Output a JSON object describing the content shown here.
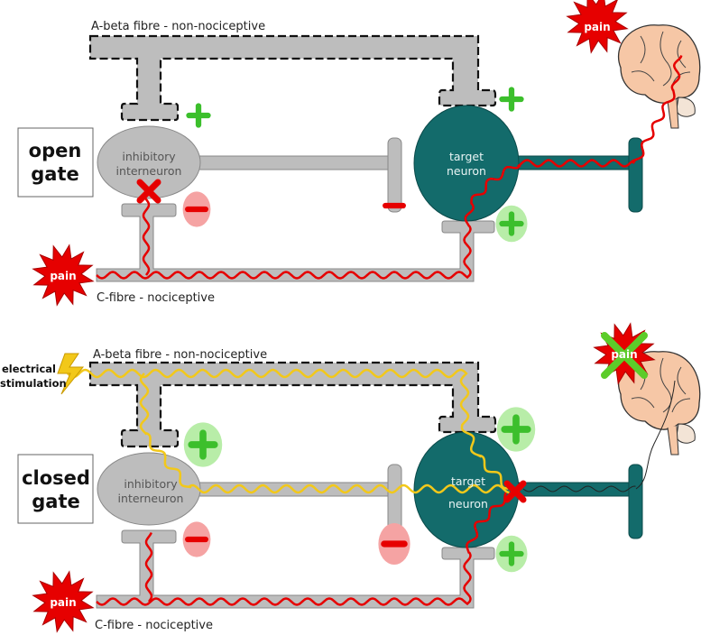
{
  "colors": {
    "fibre": "#bdbdbd",
    "target": "#136b6b",
    "pain": "#e60000",
    "excite": "#3cbf2c",
    "excite_bg": "#b8eda8",
    "inhibit_bg": "#f5a3a3",
    "stim": "#f2c81a",
    "brain": "#f6c7a6"
  },
  "panels": [
    {
      "gate_label_1": "open",
      "gate_label_2": "gate",
      "abeta_label": "A-beta fibre - non-nociceptive",
      "cfibre_label": "C-fibre - nociceptive",
      "interneuron_1": "inhibitory",
      "interneuron_2": "interneuron",
      "target_1": "target",
      "target_2": "neuron",
      "pain_input": "pain",
      "pain_brain": "pain",
      "state": "open"
    },
    {
      "gate_label_1": "closed",
      "gate_label_2": "gate",
      "abeta_label": "A-beta fibre - non-nociceptive",
      "cfibre_label": "C-fibre - nociceptive",
      "interneuron_1": "inhibitory",
      "interneuron_2": "interneuron",
      "target_1": "target",
      "target_2": "neuron",
      "pain_input": "pain",
      "pain_brain": "pain",
      "stimulation_1": "electrical",
      "stimulation_2": "stimulation",
      "state": "closed"
    }
  ]
}
